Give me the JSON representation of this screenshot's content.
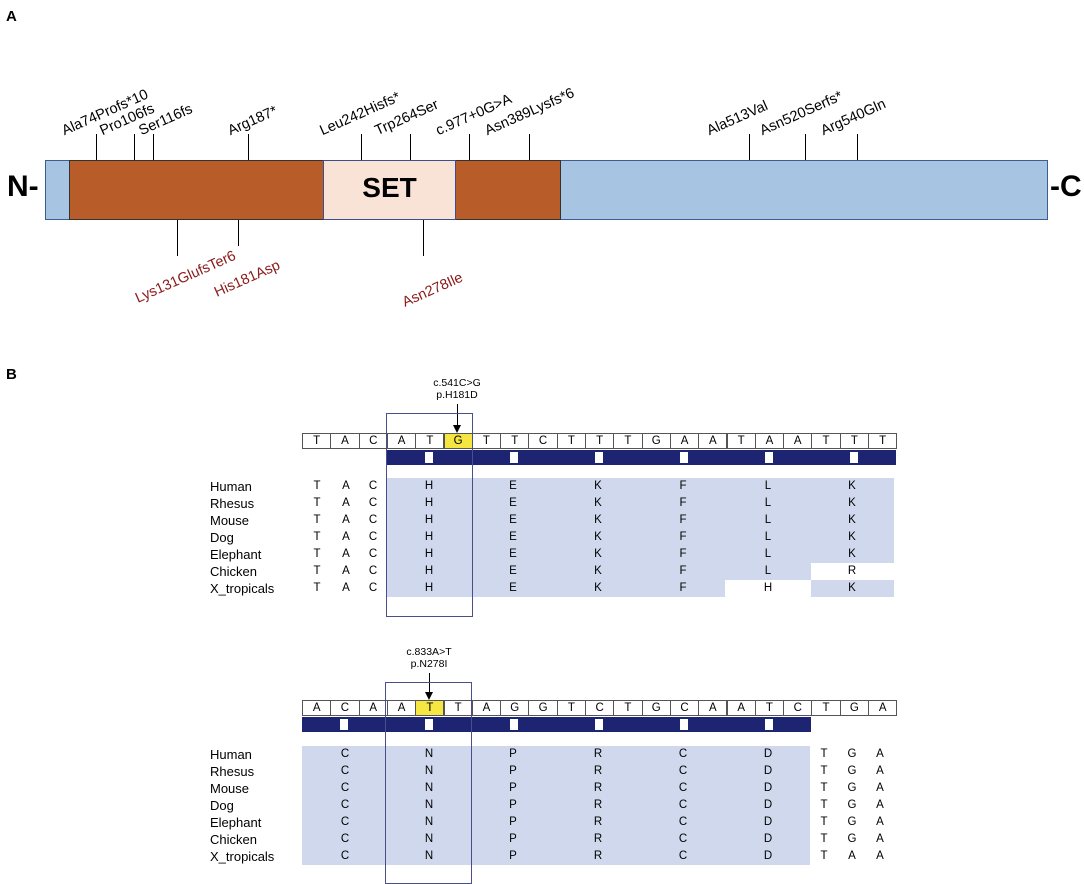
{
  "panelA": {
    "label": "A",
    "n_terminus": "N-",
    "c_terminus": "-C",
    "domain": "SET",
    "colors": {
      "light": "#a7c4e2",
      "domain": "#b85c2a",
      "set": "#f9e3d7"
    },
    "top_mutations": [
      "Ala74Profs*10",
      "Pro106fs",
      "Ser116fs",
      "Arg187*",
      "Leu242Hisfs*",
      "Trp264Ser",
      "c.977+0G>A",
      "Asn389Lysfs*6",
      "Ala513Val",
      "Asn520Serfs*",
      "Arg540Gln"
    ],
    "bottom_mutations": [
      "Lys131GlufsTer6",
      "His181Asp",
      "Asn278Ile"
    ]
  },
  "panelB": {
    "label": "B",
    "species": [
      "Human",
      "Rhesus",
      "Mouse",
      "Dog",
      "Elephant",
      "Chicken",
      "X_tropicals"
    ],
    "align1": {
      "annotation_line1": "c.541C>G",
      "annotation_line2": "p.H181D",
      "dna": [
        "T",
        "A",
        "C",
        "A",
        "T",
        "G",
        "T",
        "T",
        "C",
        "T",
        "T",
        "T",
        "G",
        "A",
        "A",
        "T",
        "A",
        "A",
        "T",
        "T",
        "T"
      ],
      "rows": [
        [
          "T",
          "A",
          "C",
          "H",
          "E",
          "K",
          "F",
          "L",
          "K"
        ],
        [
          "T",
          "A",
          "C",
          "H",
          "E",
          "K",
          "F",
          "L",
          "K"
        ],
        [
          "T",
          "A",
          "C",
          "H",
          "E",
          "K",
          "F",
          "L",
          "K"
        ],
        [
          "T",
          "A",
          "C",
          "H",
          "E",
          "K",
          "F",
          "L",
          "K"
        ],
        [
          "T",
          "A",
          "C",
          "H",
          "E",
          "K",
          "F",
          "L",
          "K"
        ],
        [
          "T",
          "A",
          "C",
          "H",
          "E",
          "K",
          "F",
          "L",
          "R"
        ],
        [
          "T",
          "A",
          "C",
          "H",
          "E",
          "K",
          "F",
          "H",
          "K"
        ]
      ]
    },
    "align2": {
      "annotation_line1": "c.833A>T",
      "annotation_line2": "p.N278I",
      "dna": [
        "A",
        "C",
        "A",
        "A",
        "T",
        "T",
        "A",
        "G",
        "G",
        "T",
        "C",
        "T",
        "G",
        "C",
        "A",
        "A",
        "T",
        "C",
        "T",
        "G",
        "A"
      ],
      "rows": [
        [
          "C",
          "N",
          "P",
          "R",
          "C",
          "D",
          "T",
          "G",
          "A"
        ],
        [
          "C",
          "N",
          "P",
          "R",
          "C",
          "D",
          "T",
          "G",
          "A"
        ],
        [
          "C",
          "N",
          "P",
          "R",
          "C",
          "D",
          "T",
          "G",
          "A"
        ],
        [
          "C",
          "N",
          "P",
          "R",
          "C",
          "D",
          "T",
          "G",
          "A"
        ],
        [
          "C",
          "N",
          "P",
          "R",
          "C",
          "D",
          "T",
          "G",
          "A"
        ],
        [
          "C",
          "N",
          "P",
          "R",
          "C",
          "D",
          "T",
          "G",
          "A"
        ],
        [
          "C",
          "N",
          "P",
          "R",
          "C",
          "D",
          "T",
          "A",
          "A"
        ]
      ]
    }
  }
}
